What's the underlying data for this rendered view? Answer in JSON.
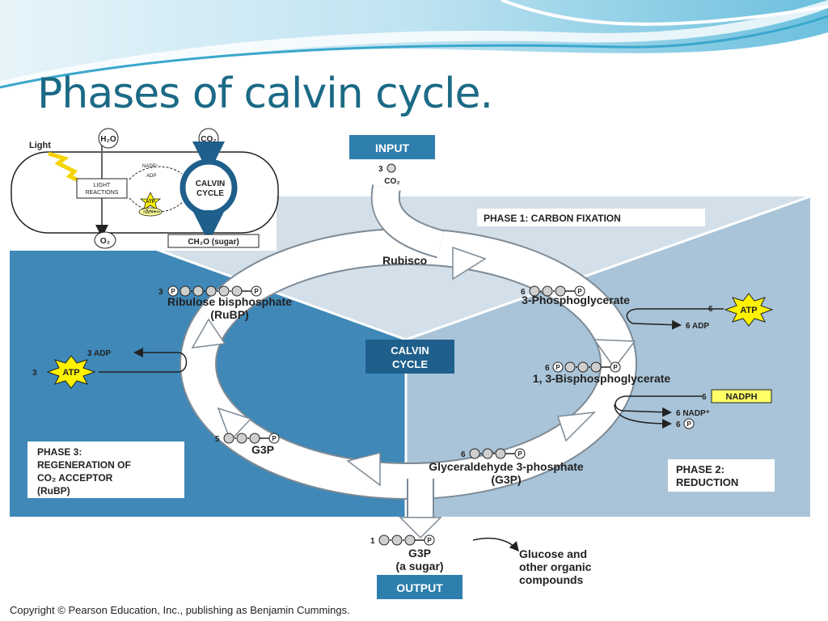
{
  "slide": {
    "title": "Phases of calvin cycle.",
    "copyright": "Copyright © Pearson Education, Inc., publishing as Benjamin Cummings."
  },
  "inset": {
    "light": "Light",
    "h2o": "H₂O",
    "co2": "CO₂",
    "nadp": "NADP⁺",
    "adp": "ADP",
    "atp": "ATP",
    "nadph": "NADPH",
    "light_reactions_line1": "LIGHT",
    "light_reactions_line2": "REACTIONS",
    "calvin_line1": "CALVIN",
    "calvin_line2": "CYCLE",
    "o2": "O₂",
    "sugar": "CH₂O (sugar)"
  },
  "diagram": {
    "input_label": "INPUT",
    "input_count": "3",
    "input_co2": "CO₂",
    "rubisco": "Rubisco",
    "phase1": "PHASE 1: CARBON FIXATION",
    "phase2_line1": "PHASE 2:",
    "phase2_line2": "REDUCTION",
    "phase3_line1": "PHASE 3:",
    "phase3_line2": "REGENERATION OF",
    "phase3_line3": "CO₂ ACCEPTOR",
    "phase3_line4": "(RuBP)",
    "center_line1": "CALVIN",
    "center_line2": "CYCLE",
    "rubp_count": "3",
    "rubp_line1": "Ribulose bisphosphate",
    "rubp_line2": "(RuBP)",
    "pga_count": "6",
    "pga": "3-Phosphoglycerate",
    "atp_in_count": "6",
    "atp": "ATP",
    "adp_out": "6 ADP",
    "bpg_count": "6",
    "bpg": "1, 3-Bisphosphoglycerate",
    "nadph_count": "6",
    "nadph": "NADPH",
    "nadp_out": "6 NADP⁺",
    "pi_count": "6",
    "g3p_count": "6",
    "g3p_line1": "Glyceraldehyde 3-phosphate",
    "g3p_line2": "(G3P)",
    "g3p5_count": "5",
    "g3p5": "G3P",
    "adp3": "3 ADP",
    "atp3_count": "3",
    "atp3": "ATP",
    "out_count": "1",
    "out_g3p_line1": "G3P",
    "out_g3p_line2": "(a sugar)",
    "output_label": "OUTPUT",
    "glucose_line1": "Glucose and",
    "glucose_line2": "other organic",
    "glucose_line3": "compounds",
    "phosphate_symbol": "P"
  },
  "colors": {
    "title": "#1b6a86",
    "panel_left": "#3f88b8",
    "panel_right": "#a9c4d8",
    "panel_top": "#d3e0ea",
    "label_box": "#2f7fae",
    "center_box": "#1f5f8c",
    "arrow_fill": "#ffffff",
    "atp_star": "#fff200",
    "nadph_box": "#ffff66"
  }
}
